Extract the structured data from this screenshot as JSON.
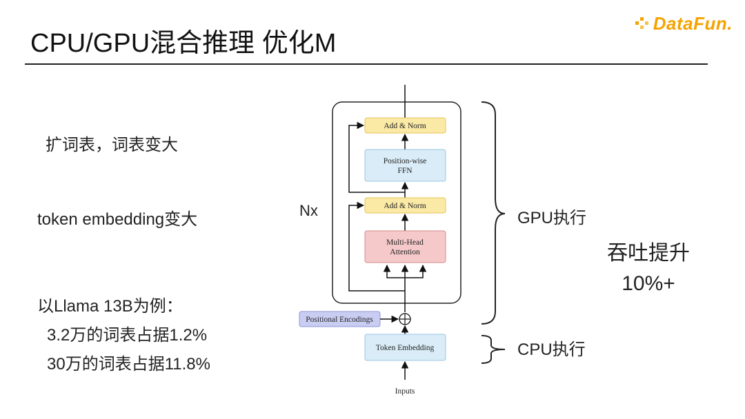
{
  "slide": {
    "title": "CPU/GPU混合推理 优化M",
    "logo": "DataFun."
  },
  "left_points": {
    "vocab": "扩词表，词表变大",
    "embedding": "token embedding变大",
    "example_heading": "以Llama 13B为例：",
    "example_1": "3.2万的词表占据1.2%",
    "example_2": "30万的词表占据11.8%"
  },
  "diagram": {
    "repeat_label": "Nx",
    "blocks": {
      "add_norm_top": "Add & Norm",
      "ffn_line1": "Position-wise",
      "ffn_line2": "FFN",
      "add_norm_bottom": "Add & Norm",
      "mha_line1": "Multi-Head",
      "mha_line2": "Attention",
      "positional": "Positional Encodings",
      "token_embedding": "Token Embedding",
      "inputs": "Inputs"
    },
    "colors": {
      "add_norm": "#fbeaa6",
      "ffn": "#d9ecf7",
      "attention": "#f5c9c9",
      "positional": "#c9cdf2",
      "embedding": "#d9ecf7"
    }
  },
  "annotations": {
    "gpu": "GPU执行",
    "cpu": "CPU执行",
    "throughput_line1": "吞吐提升",
    "throughput_line2": "10%+"
  }
}
